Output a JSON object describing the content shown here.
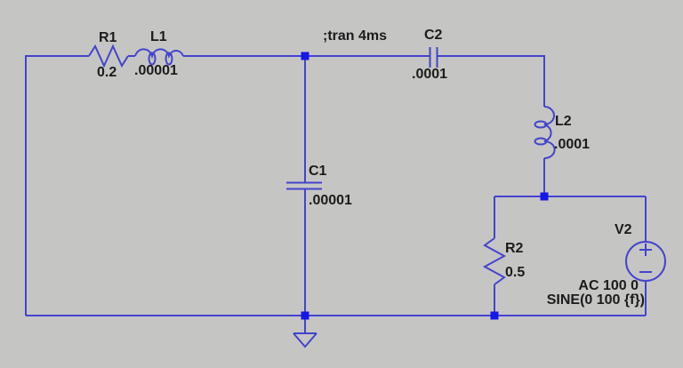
{
  "app": {
    "title": "LTspice schematic"
  },
  "colors": {
    "background": "#c5c6c4",
    "wire": "#4343cd",
    "junction": "#1616e8",
    "text": "#1b1b1b"
  },
  "directive": {
    "text": ";tran 4ms"
  },
  "components": {
    "R1": {
      "name": "R1",
      "value": "0.2",
      "type": "resistor"
    },
    "L1": {
      "name": "L1",
      "value": ".00001",
      "type": "inductor"
    },
    "C1": {
      "name": "C1",
      "value": ".00001",
      "type": "capacitor"
    },
    "C2": {
      "name": "C2",
      "value": ".0001",
      "type": "capacitor"
    },
    "L2": {
      "name": "L2",
      "value": ".0001",
      "type": "inductor"
    },
    "R2": {
      "name": "R2",
      "value": "0.5",
      "type": "resistor"
    },
    "V2": {
      "name": "V2",
      "type": "voltage-source",
      "value_ac": "AC 100 0",
      "value_sine": "SINE(0 100 {f})"
    }
  }
}
